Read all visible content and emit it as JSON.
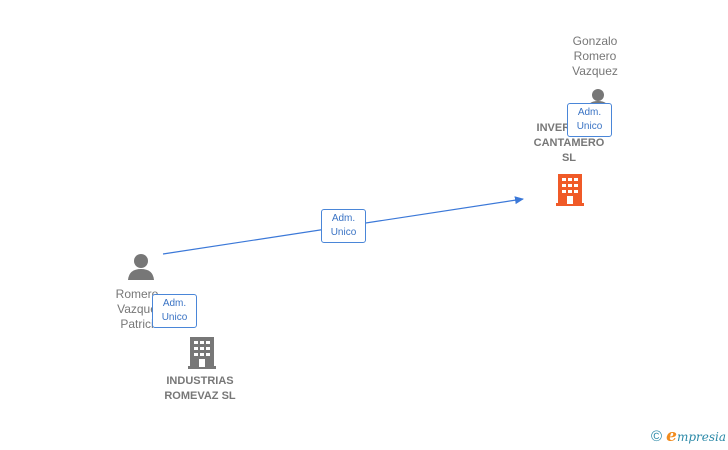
{
  "nodes": {
    "gonzalo": {
      "name_lines": [
        "Gonzalo",
        "Romero",
        "Vazquez"
      ]
    },
    "inversiones": {
      "name_lines": [
        "INVERS",
        "CANTAMERO",
        "SL"
      ]
    },
    "romero_patricia": {
      "name_lines": [
        "Romero",
        "Vazque",
        "Patrici"
      ]
    },
    "industrias": {
      "name_lines": [
        "INDUSTRIAS",
        "ROMEVAZ SL"
      ]
    }
  },
  "edges": [
    {
      "label_lines": [
        "Adm.",
        "Unico"
      ]
    },
    {
      "label_lines": [
        "Adm.",
        "Unico"
      ]
    },
    {
      "label_lines": [
        "Adm.",
        "Unico"
      ]
    }
  ],
  "colors": {
    "edge": "#3b78d8",
    "person_icon": "#777777",
    "company_icon": "#777777",
    "focus_company_icon": "#f05a28"
  },
  "brand": {
    "copyright": "©",
    "e_letter": "e",
    "rest": "mpresia"
  }
}
